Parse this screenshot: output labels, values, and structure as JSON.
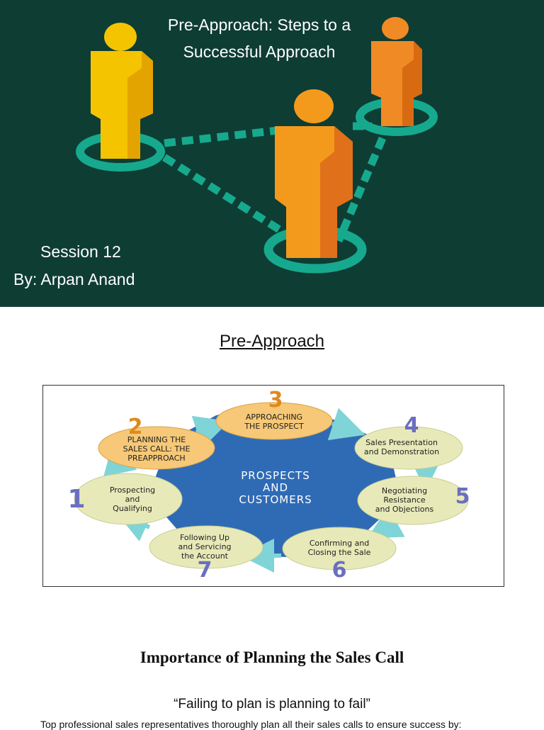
{
  "cover": {
    "title_line1": "Pre-Approach: Steps to a",
    "title_line2": "Successful Approach",
    "session": "Session 12",
    "author": "By: Arpan Anand",
    "background_color": "#0e3d34",
    "ring_color": "#17a98e"
  },
  "section_heading": "Pre-Approach",
  "cycle": {
    "center_line1": "PROSPECTS",
    "center_line2": "AND",
    "center_line3": "CUSTOMERS",
    "steps": [
      {
        "number": "1",
        "line1": "Prospecting",
        "line2": "and",
        "line3": "Qualifying"
      },
      {
        "number": "2",
        "line1": "PLANNING THE",
        "line2": "SALES CALL: THE",
        "line3": "PREAPPROACH"
      },
      {
        "number": "3",
        "line1": "APPROACHING",
        "line2": "THE PROSPECT",
        "line3": ""
      },
      {
        "number": "4",
        "line1": "Sales Presentation",
        "line2": "and Demonstration",
        "line3": ""
      },
      {
        "number": "5",
        "line1": "Negotiating",
        "line2": "Resistance",
        "line3": "and Objections"
      },
      {
        "number": "6",
        "line1": "Confirming and",
        "line2": "Closing the Sale",
        "line3": ""
      },
      {
        "number": "7",
        "line1": "Following Up",
        "line2": "and Servicing",
        "line3": "the Account"
      }
    ],
    "hub_color": "#2f6bb5",
    "node_color": "#e7eab8",
    "highlight_color": "#f6c877",
    "number_color": "#6a6fc0",
    "highlight_number_color": "#e08a1c"
  },
  "importance_heading": "Importance of Planning the Sales Call",
  "quote": "“Failing to plan is planning to fail”",
  "body_text": "Top professional sales representatives thoroughly plan all their sales calls to ensure success by:"
}
